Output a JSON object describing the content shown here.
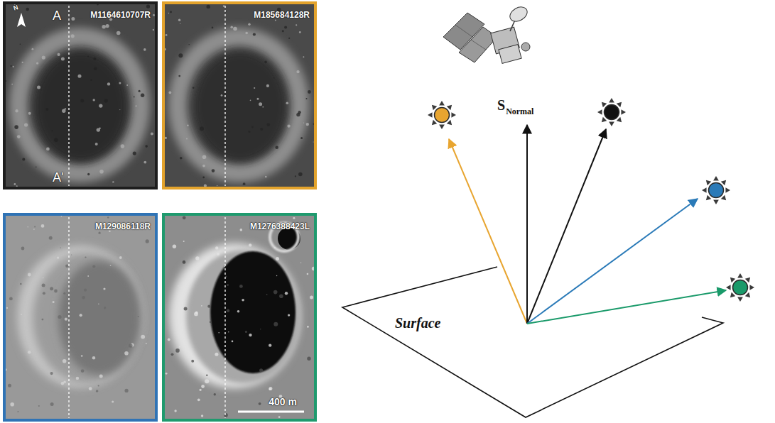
{
  "diagram": {
    "nodes": [
      {
        "text": [
          "N",
          "A",
          "M1164610707R",
          "A'"
        ]
      },
      {
        "text": [
          "M185684128R"
        ]
      },
      {
        "text": [
          "M129086118R"
        ]
      },
      {
        "text": [
          "M1276388423L",
          "400 m"
        ]
      }
    ],
    "labels": [
      "S",
      "Normal",
      "Surface"
    ]
  }
}
